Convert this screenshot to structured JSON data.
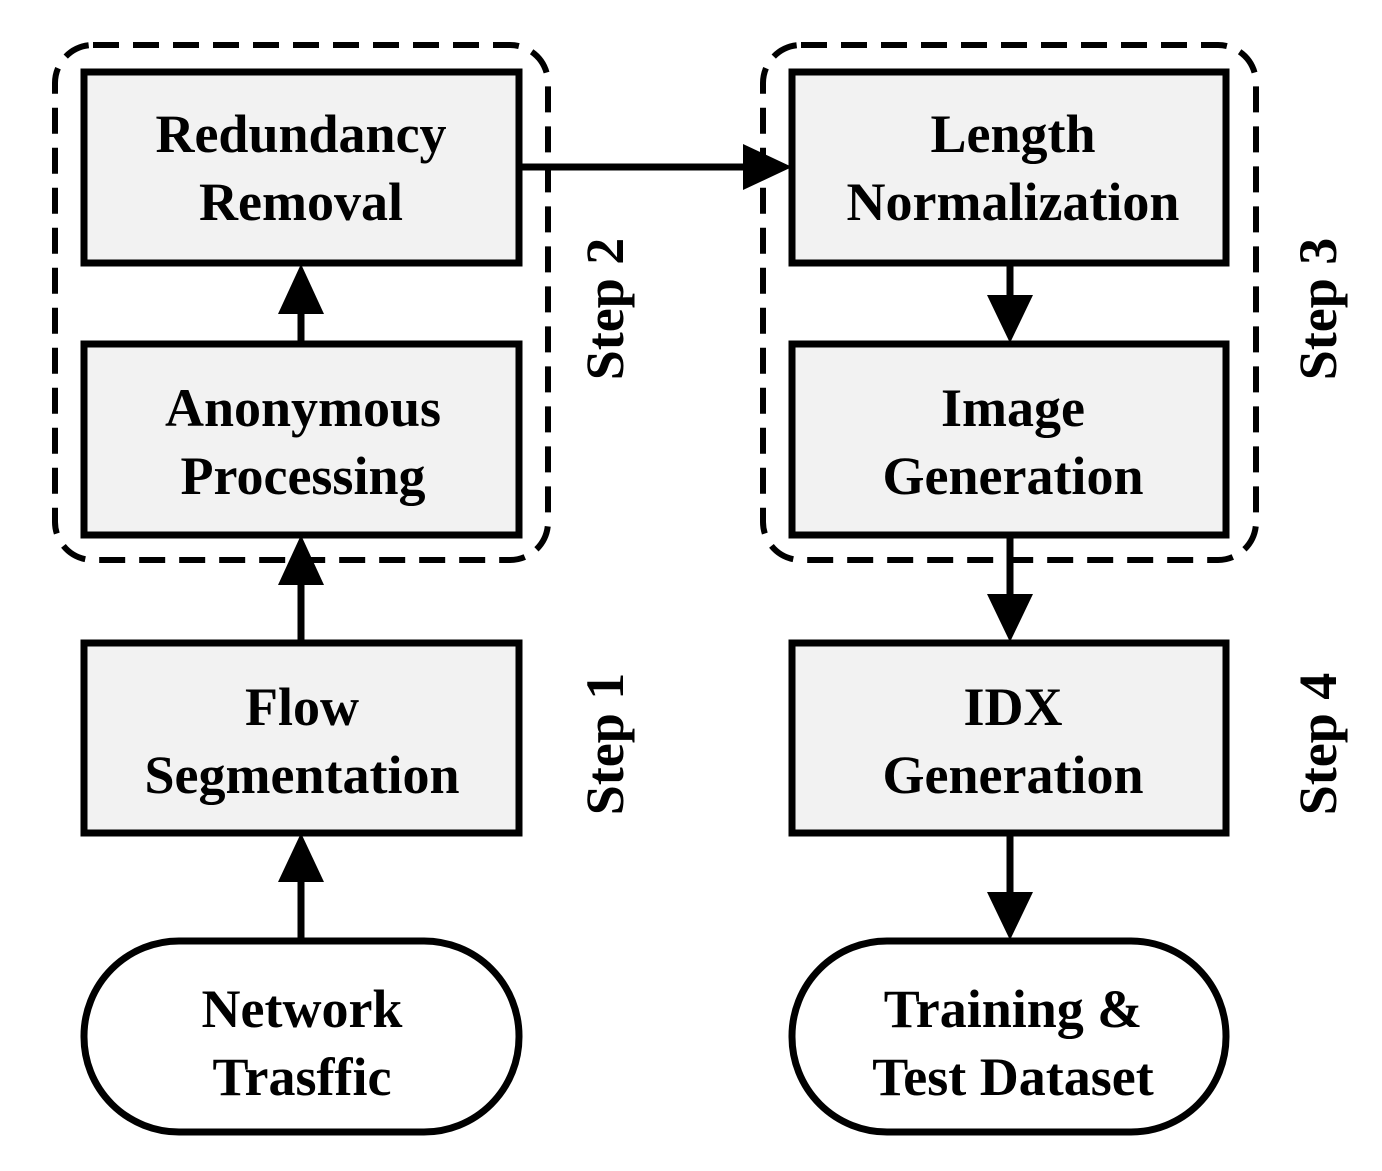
{
  "colors": {
    "box_fill": "#f2f2f2",
    "terminal_fill": "#ffffff",
    "stroke": "#000000"
  },
  "nodes": {
    "network_traffic": {
      "line1": "Network",
      "line2": "Trasffic"
    },
    "flow_segmentation": {
      "line1": "Flow",
      "line2": "Segmentation"
    },
    "anonymous_processing": {
      "line1": "Anonymous",
      "line2": "Processing"
    },
    "redundancy_removal": {
      "line1": "Redundancy",
      "line2": "Removal"
    },
    "length_normalization": {
      "line1": "Length",
      "line2": "Normalization"
    },
    "image_generation": {
      "line1": "Image",
      "line2": "Generation"
    },
    "idx_generation": {
      "line1": "IDX",
      "line2": "Generation"
    },
    "training_test_dataset": {
      "line1": "Training &",
      "line2": "Test Dataset"
    }
  },
  "steps": {
    "step1": "Step 1",
    "step2": "Step 2",
    "step3": "Step 3",
    "step4": "Step 4"
  }
}
